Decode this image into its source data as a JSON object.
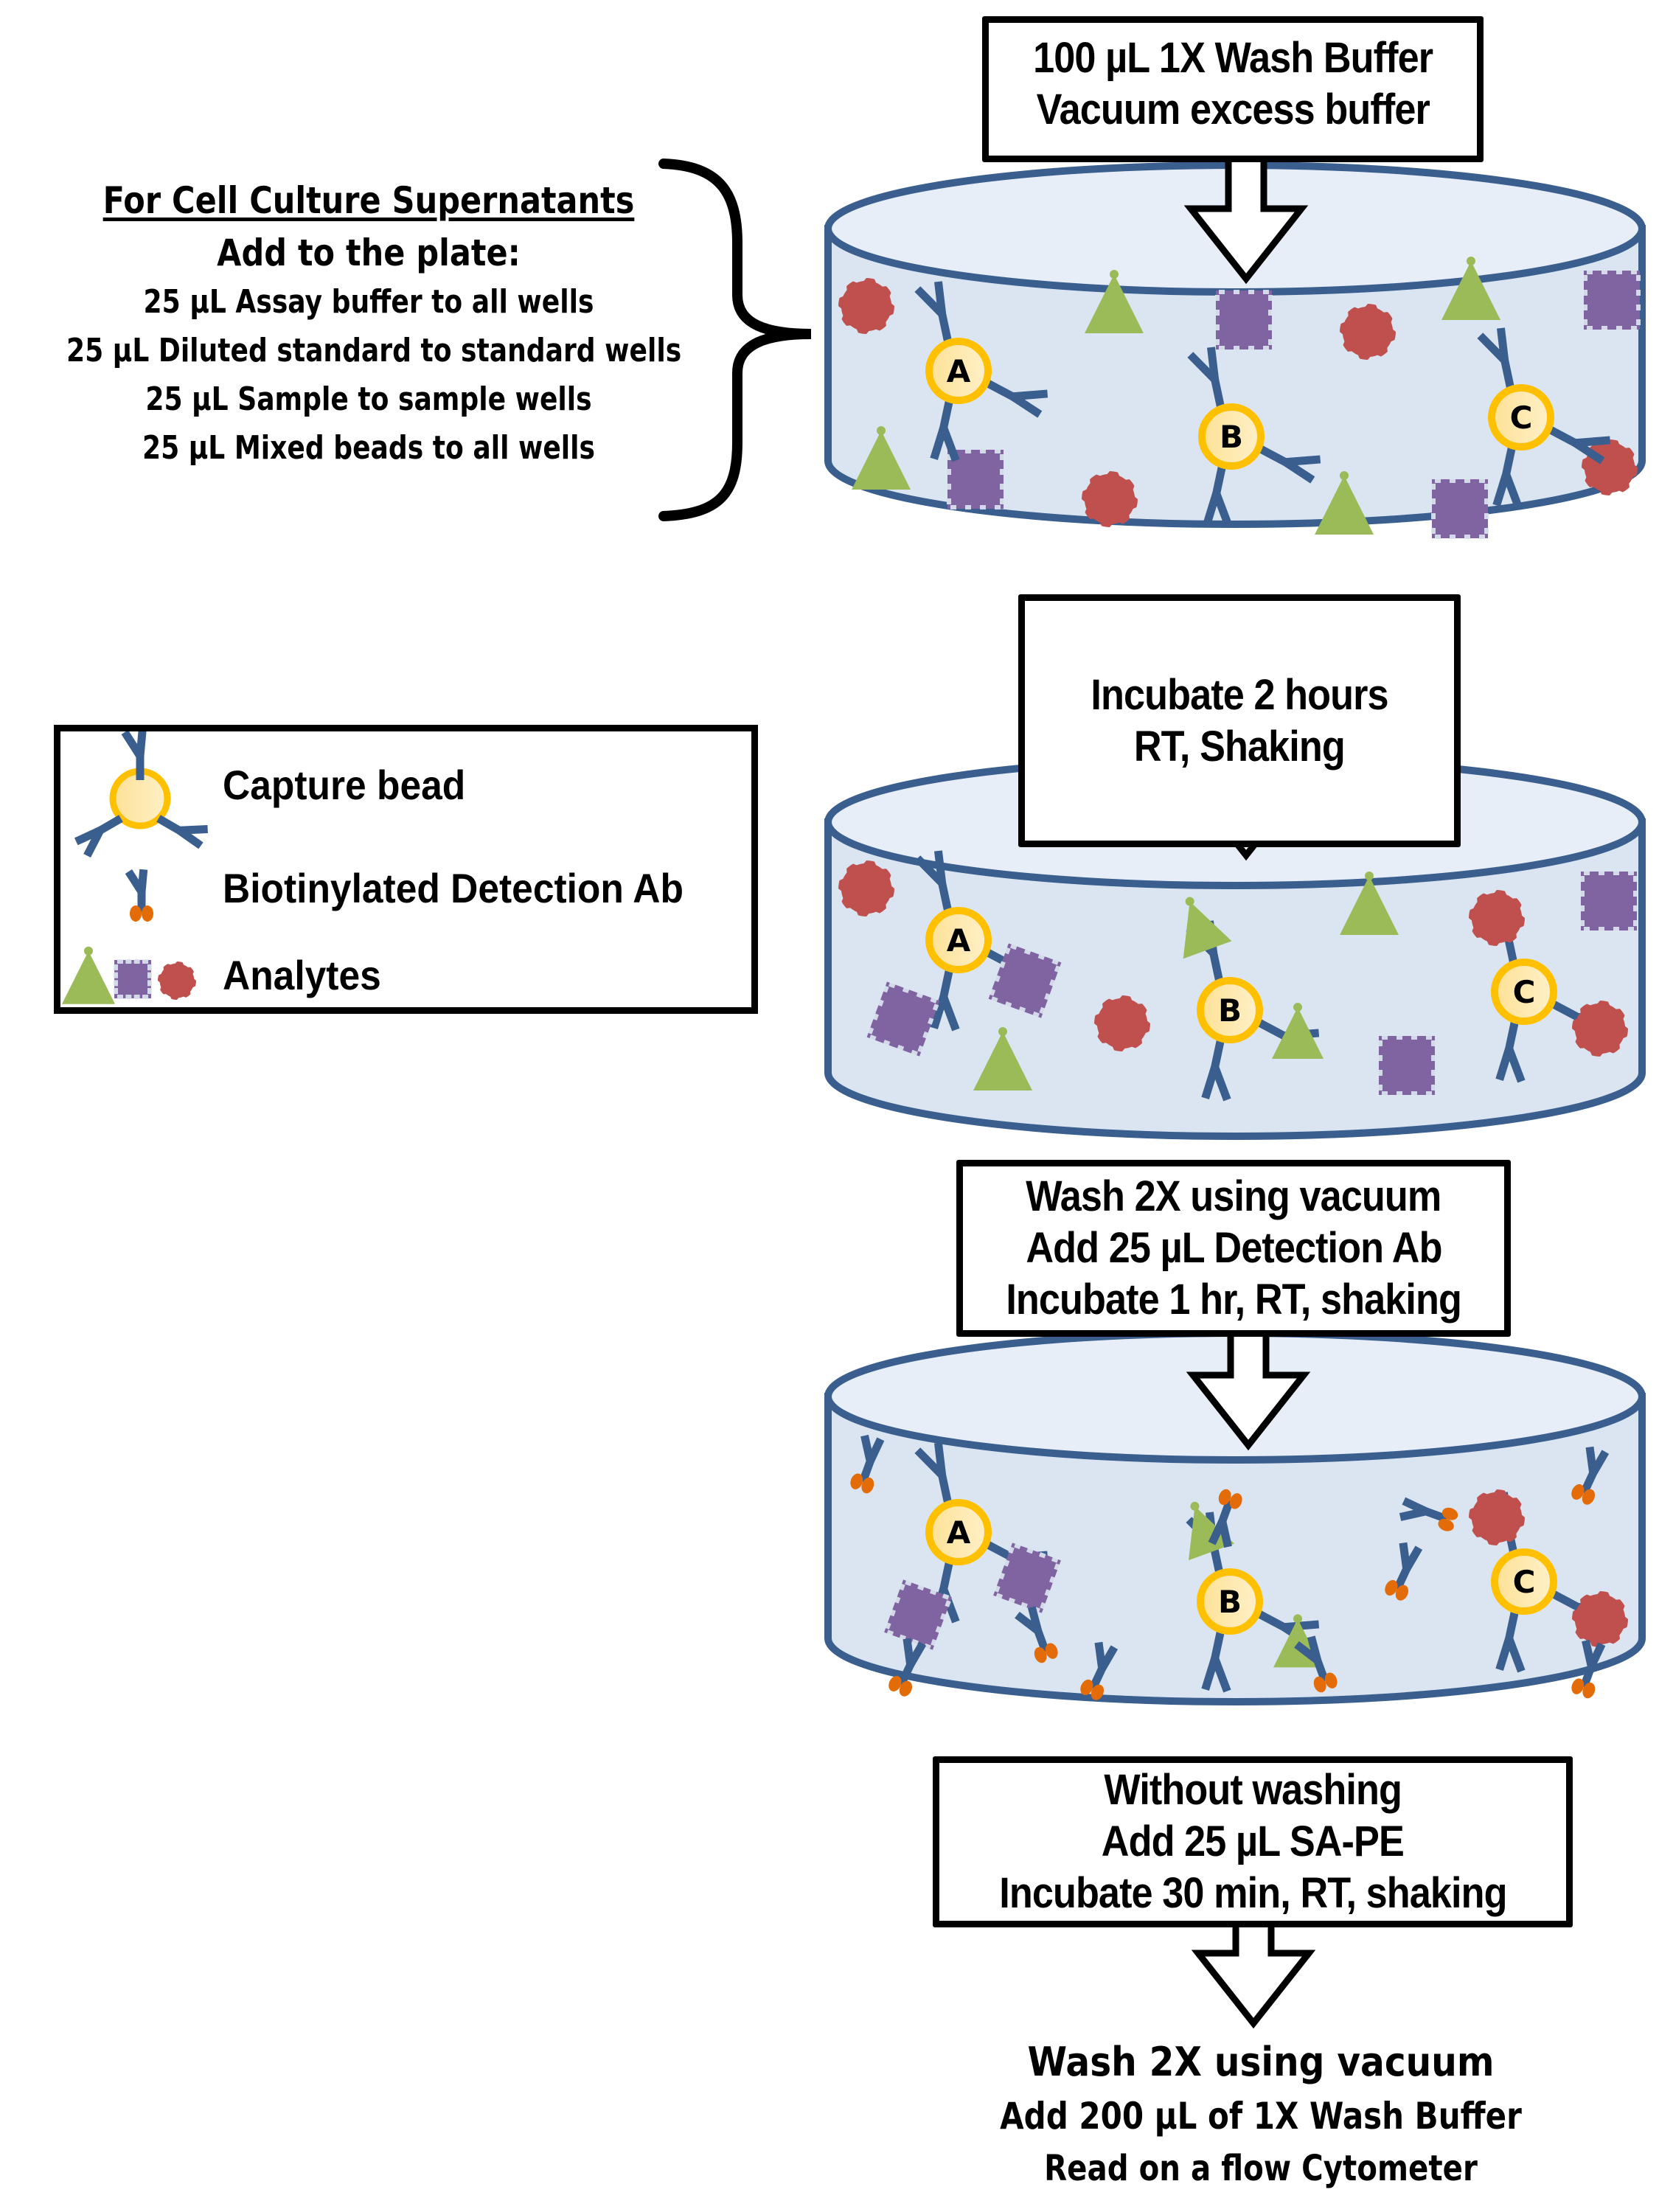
{
  "intro": {
    "title": "For Cell Culture Supernatants",
    "subtitle": "Add to the plate:",
    "items": [
      "25 µL Assay buffer to all wells",
      "25 µL Diluted standard to standard wells",
      "25 µL Sample to sample wells",
      "25 µL Mixed beads to all wells"
    ]
  },
  "steps": [
    {
      "lines": [
        "100 µL 1X Wash Buffer",
        "Vacuum excess buffer"
      ]
    },
    {
      "lines": [
        "Incubate 2 hours",
        "RT, Shaking"
      ]
    },
    {
      "lines": [
        "Wash 2X using vacuum",
        "Add 25 µL Detection Ab",
        "Incubate 1 hr, RT, shaking"
      ]
    },
    {
      "lines": [
        "Without washing",
        "Add 25 µL SA-PE",
        "Incubate 30 min, RT, shaking"
      ]
    }
  ],
  "final": {
    "lines": [
      "Wash 2X using vacuum",
      "Add 200 µL of 1X Wash Buffer",
      "Read on a flow Cytometer"
    ]
  },
  "legend": {
    "items": [
      {
        "icon": "capture-bead-icon",
        "label": "Capture bead"
      },
      {
        "icon": "detection-antibody-icon",
        "label": "Biotinylated Detection Ab"
      },
      {
        "icon": "analytes-icon",
        "label": "Analytes"
      }
    ]
  },
  "beads": [
    "A",
    "B",
    "C"
  ],
  "colors": {
    "well_stroke": "#3a5f8e",
    "well_top": "#e8eef7",
    "well_body": "#dbe5f1",
    "antibody": "#3a5f8e",
    "bead_ring": "#ffc000",
    "bead_fill": "#fde9b6",
    "analyte_triangle": "#9bbb59",
    "analyte_square": "#8064a2",
    "analyte_circle": "#c0504d",
    "biotin": "#e36c09"
  }
}
